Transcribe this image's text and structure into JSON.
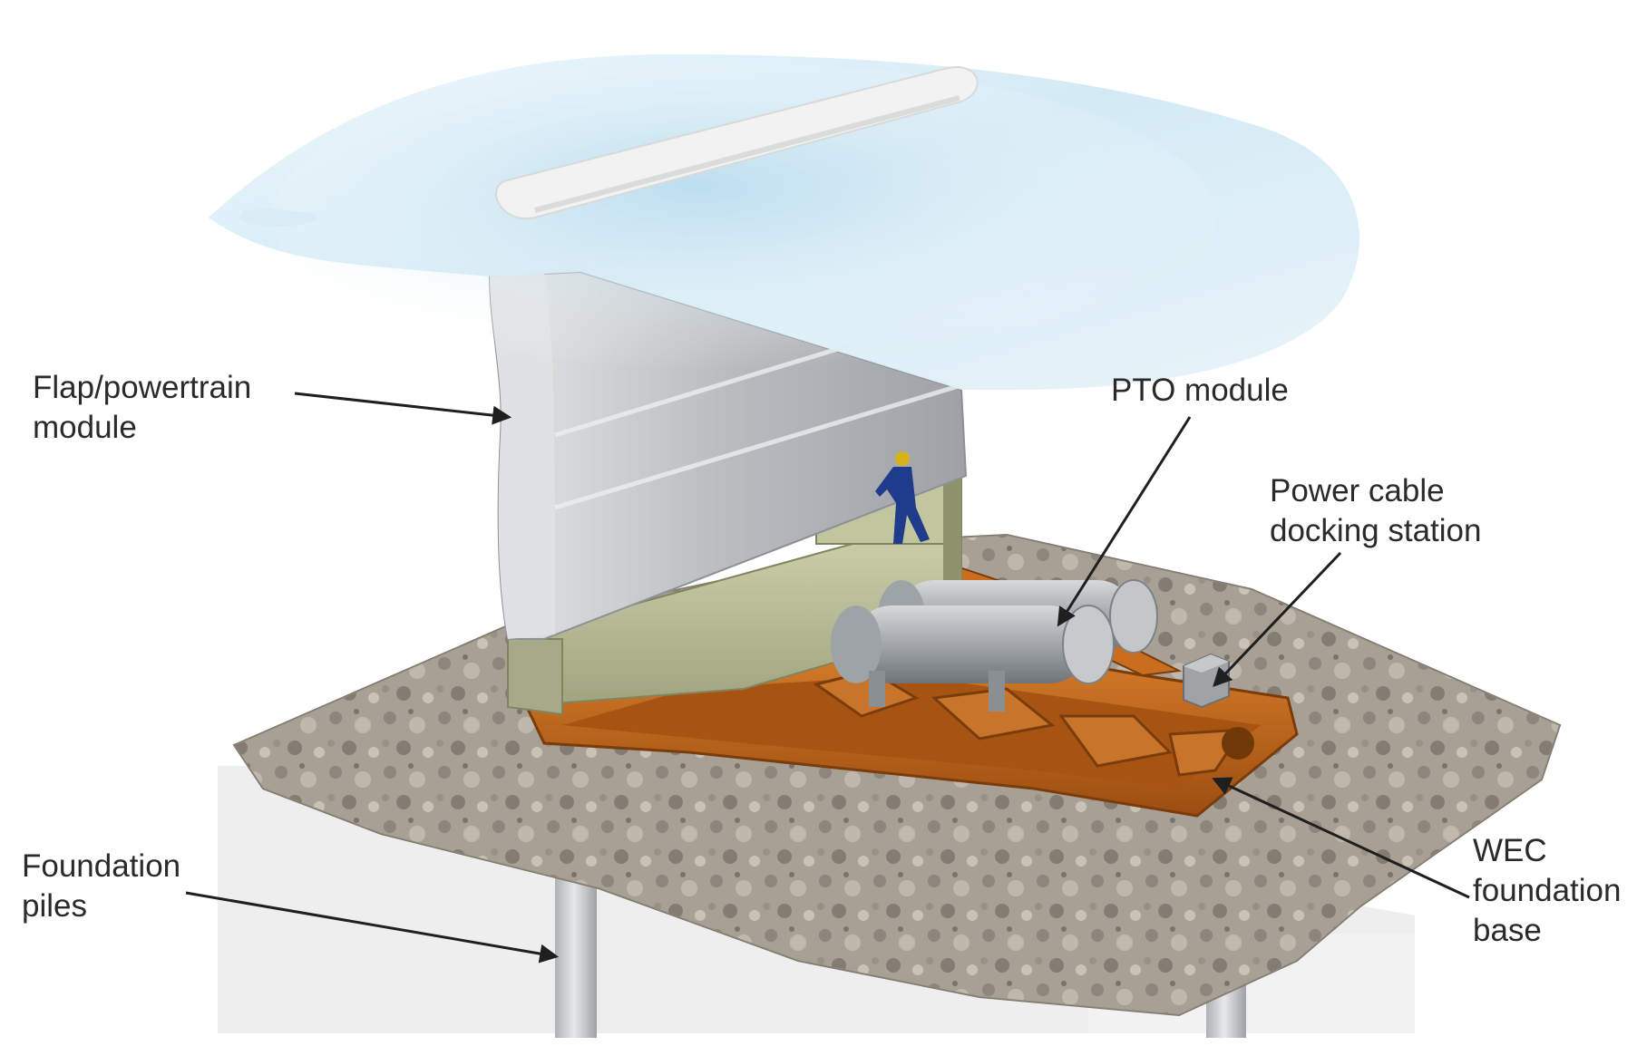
{
  "labels": {
    "flap": [
      "Flap/powertrain",
      "module"
    ],
    "pto": [
      "PTO module"
    ],
    "cable": [
      "Power cable",
      "docking station"
    ],
    "piles": [
      "Foundation",
      "piles"
    ],
    "wec": [
      "WEC",
      "foundation",
      "base"
    ]
  },
  "colors": {
    "water": "#cfe8f4",
    "flap": "#c9cbcd",
    "pto_block": "#b9bd98",
    "frame": "#c0661a",
    "seabed": "#9a9186",
    "piles": "#cfd2d4",
    "pto_cylinder": "#a9adb1",
    "leader_line": "#1f1f1f"
  },
  "icons": {
    "diver": "diver-figure-icon"
  }
}
